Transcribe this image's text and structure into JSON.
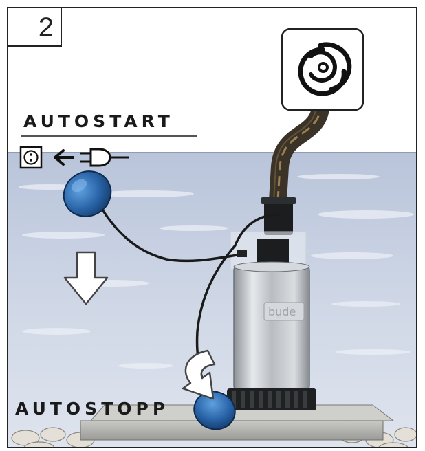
{
  "step": {
    "number": "2"
  },
  "labels": {
    "autostart": "AUTOSTART",
    "autostopp": "AUTOSTOPP"
  },
  "pump": {
    "brand": "bu̲de"
  },
  "icons": {
    "outlet": "outlet-socket-icon",
    "plug": "plug-icon",
    "arrow_left": "arrow-left-icon",
    "down_arrow": "down-arrow-icon",
    "curved_arrow": "curved-down-arrow-icon",
    "spiral": "swirl-icon"
  },
  "colors": {
    "water": "#c7d1e3",
    "float": "#2f6fb5",
    "steel": "#c4c8cc",
    "frame": "#222222"
  }
}
